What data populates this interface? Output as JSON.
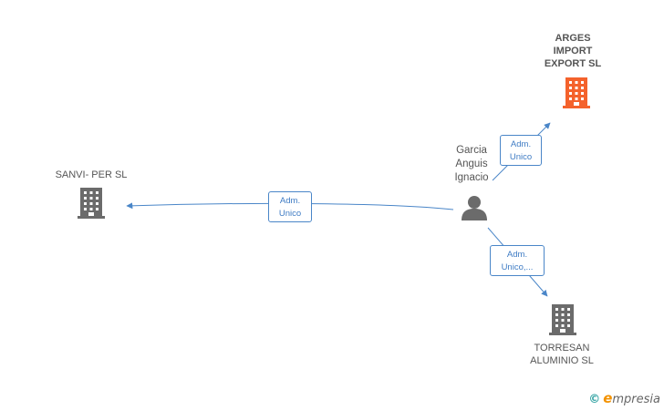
{
  "colors": {
    "edge": "#4a86c8",
    "building_gray": "#6b6b6b",
    "building_highlight": "#f4622c",
    "person": "#6b6b6b"
  },
  "nodes": {
    "arges": {
      "name": "ARGES\nIMPORT\nEXPORT SL",
      "icon": "building-icon"
    },
    "sanvi": {
      "name": "SANVI- PER SL",
      "icon": "building-icon"
    },
    "torresan": {
      "name": "TORRESAN\nALUMINIO SL",
      "icon": "building-icon"
    },
    "person": {
      "name": "Garcia\nAnguis\nIgnacio",
      "icon": "person-icon"
    }
  },
  "edges": {
    "to_arges": "Adm.\nUnico",
    "to_sanvi": "Adm.\nUnico",
    "to_torresan": "Adm.\nUnico,..."
  },
  "footer": {
    "copyright": "©",
    "brand_initial": "e",
    "brand_rest": "mpresia"
  }
}
